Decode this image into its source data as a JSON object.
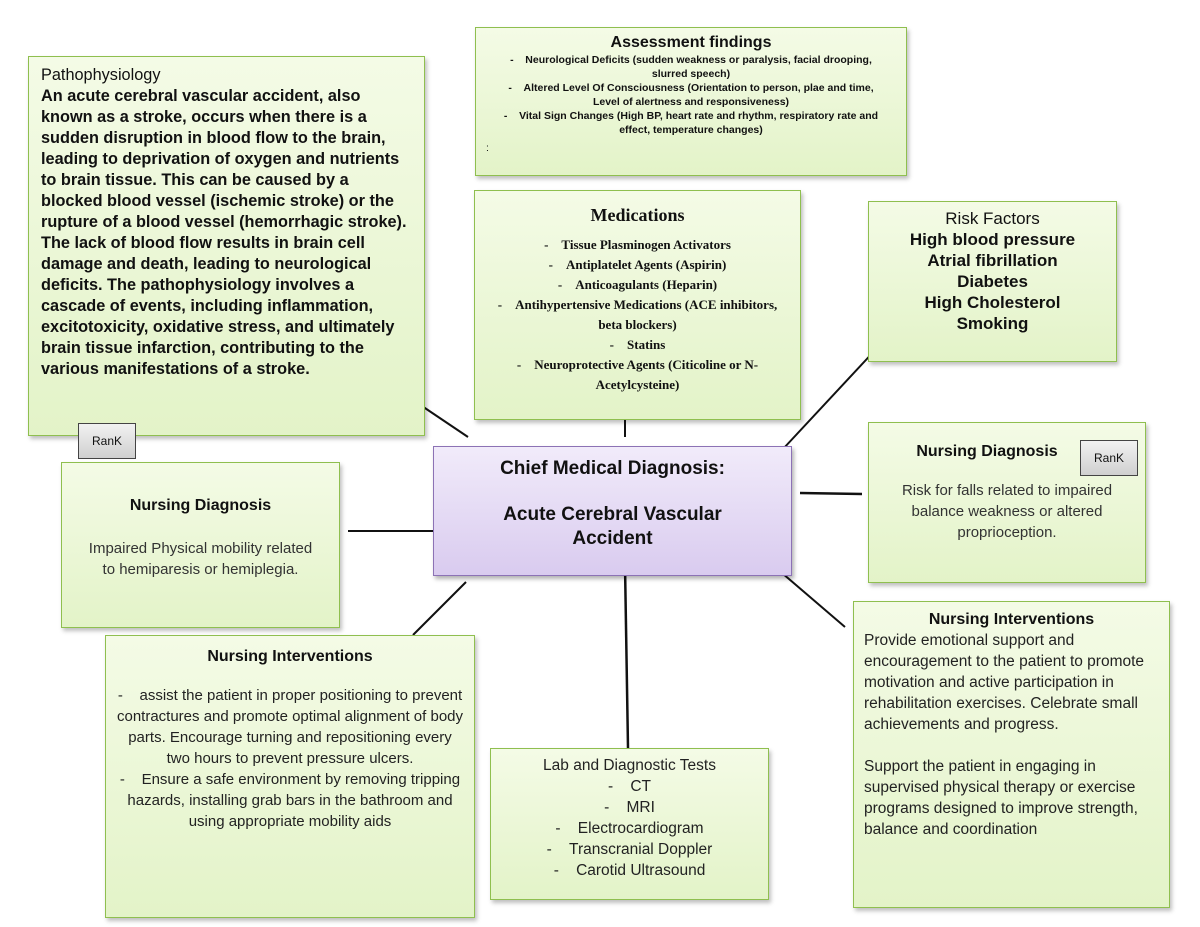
{
  "center": {
    "line1": "Chief Medical Diagnosis:",
    "line2": "Acute Cerebral Vascular Accident"
  },
  "pathophysiology": {
    "title": "Pathophysiology",
    "body": "An acute cerebral vascular accident, also known as a stroke, occurs when there is a sudden disruption in blood flow to the brain, leading to deprivation of oxygen and nutrients to brain tissue. This can be caused by a blocked blood vessel (ischemic stroke) or the rupture of a blood vessel (hemorrhagic stroke). The lack of blood flow results in brain cell damage and death, leading to neurological deficits. The pathophysiology involves a cascade of events, including inflammation, excitotoxicity, oxidative stress, and ultimately brain tissue infarction, contributing to the various manifestations of a stroke."
  },
  "assessment": {
    "title": "Assessment findings",
    "items": [
      "Neurological Deficits (sudden weakness or paralysis, facial drooping, slurred speech)",
      "Altered Level Of Consciousness (Orientation to person, plae and time, Level of alertness and responsiveness)",
      "Vital Sign Changes (High BP, heart rate and rhythm, respiratory rate and effect, temperature changes)"
    ],
    "trailing": ":"
  },
  "medications": {
    "title": "Medications",
    "items": [
      "Tissue Plasminogen Activators",
      "Antiplatelet Agents (Aspirin)",
      "Anticoagulants (Heparin)",
      "Antihypertensive Medications (ACE inhibitors, beta blockers)",
      "Statins",
      "Neuroprotective Agents (Citicoline or N-Acetylcysteine)"
    ]
  },
  "risk_factors": {
    "title": "Risk Factors",
    "items": [
      "High blood pressure",
      "Atrial fibrillation",
      "Diabetes",
      "High Cholesterol",
      "Smoking"
    ]
  },
  "nursing_dx_left": {
    "title": "Nursing Diagnosis",
    "body": "Impaired Physical mobility related to hemiparesis or hemiplegia."
  },
  "nursing_dx_right": {
    "title": "Nursing Diagnosis",
    "body": "Risk for falls related to impaired balance weakness or altered proprioception."
  },
  "rank_label": "RanK",
  "interventions_left": {
    "title": "Nursing Interventions",
    "items": [
      "assist the patient in proper positioning to prevent contractures and promote optimal alignment of body parts. Encourage turning and repositioning every two hours to prevent pressure ulcers.",
      "Ensure a safe environment by removing tripping hazards, installing grab bars in the bathroom and using appropriate mobility aids"
    ]
  },
  "interventions_right": {
    "title": "Nursing Interventions",
    "para1": "Provide emotional support and encouragement to the patient to promote motivation and active participation in rehabilitation exercises. Celebrate small achievements and progress.",
    "para2": "Support the patient in engaging in supervised physical therapy or exercise programs designed to improve strength, balance and coordination"
  },
  "lab_tests": {
    "title": "Lab and Diagnostic Tests",
    "items": [
      "CT",
      "MRI",
      "Electrocardiogram",
      "Transcranial Doppler",
      "Carotid Ultrasound"
    ]
  }
}
